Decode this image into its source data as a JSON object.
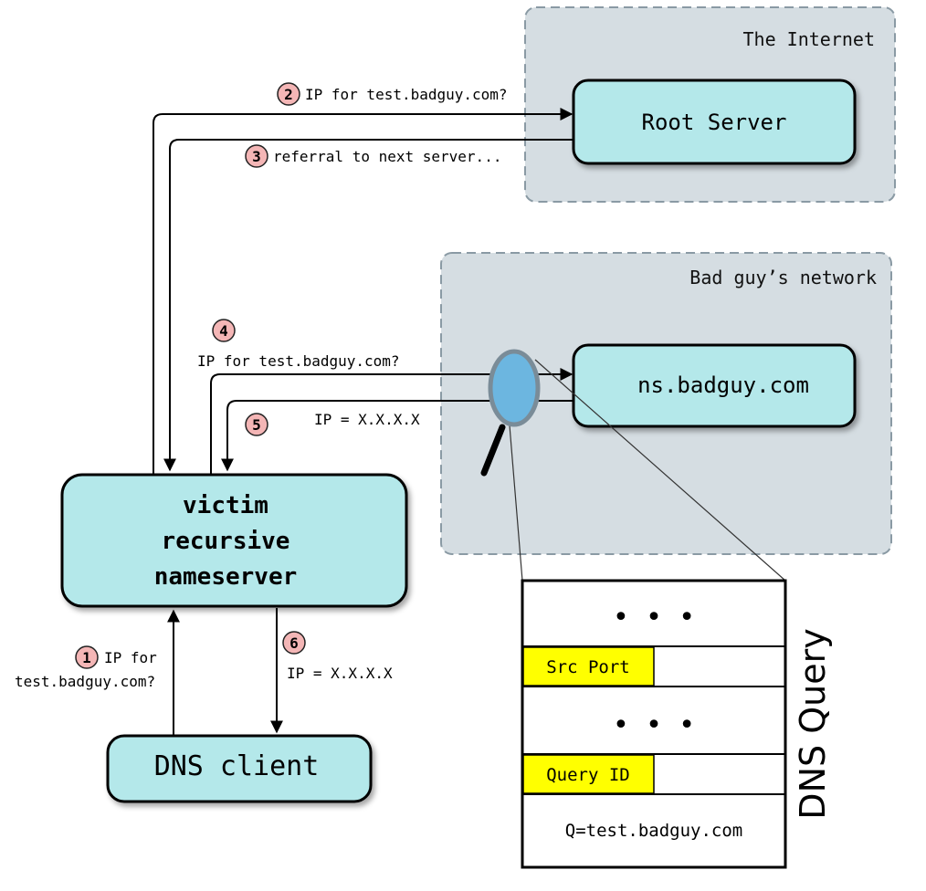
{
  "zones": {
    "internet": "The Internet",
    "badguy": "Bad guy’s network"
  },
  "nodes": {
    "root": "Root Server",
    "ns": "ns.badguy.com",
    "victim": [
      "victim",
      "recursive",
      "nameserver"
    ],
    "client": "DNS client"
  },
  "steps": [
    {
      "num": "1",
      "label": [
        "IP for",
        "test.badguy.com?"
      ]
    },
    {
      "num": "2",
      "label": [
        "IP for test.badguy.com?"
      ]
    },
    {
      "num": "3",
      "label": [
        "referral to next server..."
      ]
    },
    {
      "num": "4",
      "label": [
        "IP for test.badguy.com?"
      ]
    },
    {
      "num": "5",
      "label": [
        "IP = X.X.X.X"
      ]
    },
    {
      "num": "6",
      "label": [
        "IP = X.X.X.X"
      ]
    }
  ],
  "packet": {
    "title": "DNS Query",
    "ellipsis": "• • •",
    "src_port": "Src Port",
    "query_id": "Query ID",
    "question": "Q=test.badguy.com"
  },
  "colors": {
    "node_fill": "#b4e8ea",
    "zone_fill": "#d5dde2",
    "badge_fill": "#f4b6b6",
    "field_highlight": "#ffff00",
    "lens_fill": "#6cb6e0"
  }
}
